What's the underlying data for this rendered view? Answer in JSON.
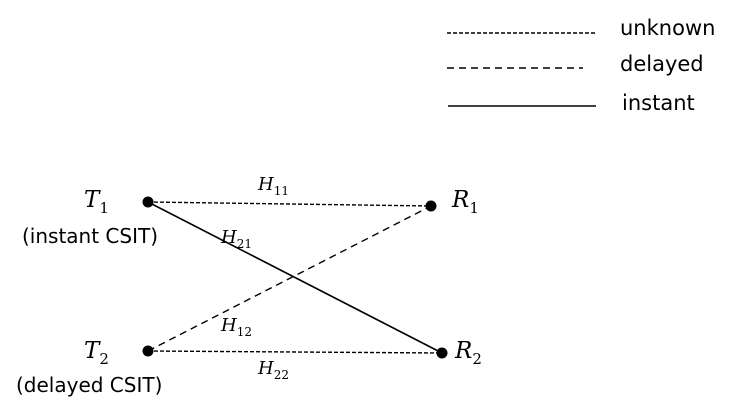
{
  "legend": {
    "unknown": "unknown",
    "delayed": "delayed",
    "instant": "instant"
  },
  "nodes": {
    "t1": {
      "base": "T",
      "sub": "1",
      "caption": "(instant CSIT)"
    },
    "t2": {
      "base": "T",
      "sub": "2",
      "caption": "(delayed CSIT)"
    },
    "r1": {
      "base": "R",
      "sub": "1"
    },
    "r2": {
      "base": "R",
      "sub": "2"
    }
  },
  "edges": {
    "h11": {
      "base": "H",
      "sub": "11",
      "type": "unknown"
    },
    "h21": {
      "base": "H",
      "sub": "21",
      "type": "instant"
    },
    "h12": {
      "base": "H",
      "sub": "12",
      "type": "delayed"
    },
    "h22": {
      "base": "H",
      "sub": "22",
      "type": "unknown"
    }
  }
}
